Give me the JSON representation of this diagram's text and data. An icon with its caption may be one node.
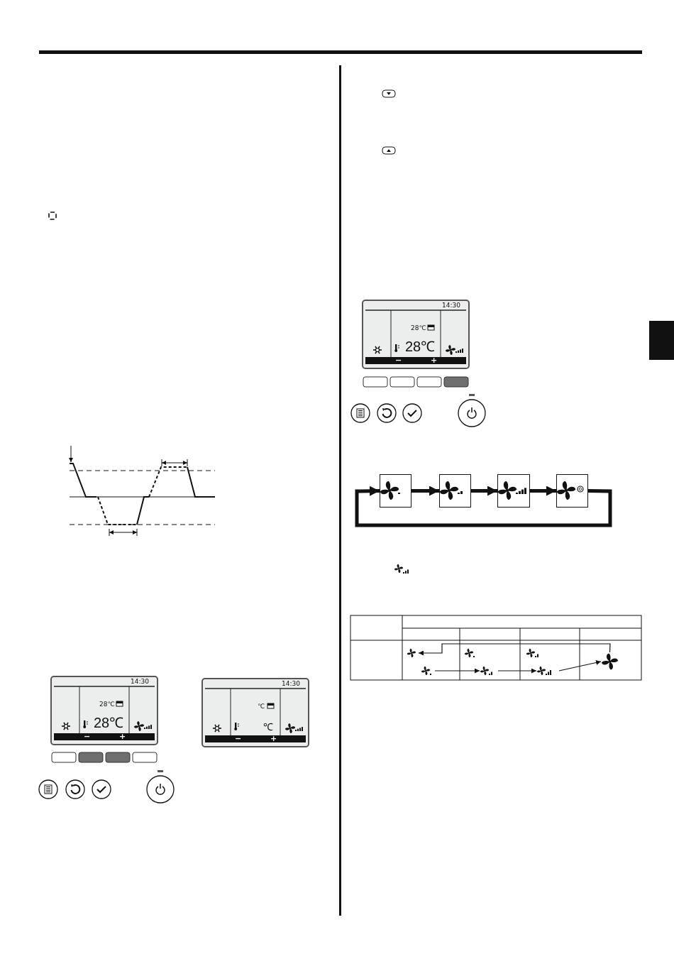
{
  "diagram": {
    "nodes": [
      {
        "text": [],
        "shape": "box"
      },
      {
        "text": [],
        "shape": "box"
      },
      {
        "text": [],
        "shape": "box"
      },
      {
        "text": [],
        "shape": "box"
      },
      {
        "text": [],
        "shape": "fan"
      },
      {
        "text": [],
        "shape": "fan"
      },
      {
        "text": [],
        "shape": "fan"
      },
      {
        "text": [],
        "shape": "fan"
      },
      {
        "text": [],
        "shape": "fan"
      },
      {
        "text": [],
        "shape": "fan"
      },
      {
        "text": [],
        "shape": "fan"
      }
    ],
    "edges": [
      {
        "from": 0,
        "to": 1,
        "arrow": "to",
        "style": "thick"
      },
      {
        "from": 1,
        "to": 2,
        "arrow": "to",
        "style": "thick"
      },
      {
        "from": 2,
        "to": 3,
        "arrow": "to",
        "style": "thick"
      },
      {
        "from": 3,
        "to": 0,
        "arrow": "to",
        "style": "thick"
      },
      {
        "from": 5,
        "to": 7,
        "arrow": "to"
      },
      {
        "from": 7,
        "to": 9,
        "arrow": "to"
      },
      {
        "from": 9,
        "to": 10,
        "arrow": "to"
      },
      {
        "from": 10,
        "to": 4,
        "arrow": "to"
      }
    ],
    "labels": [
      "14:30",
      "28℃",
      "28℃",
      "−",
      "+",
      "14:30",
      "℃",
      "℃",
      "−",
      "+",
      "14:30",
      "28℃",
      "28℃",
      "−",
      "+"
    ]
  }
}
